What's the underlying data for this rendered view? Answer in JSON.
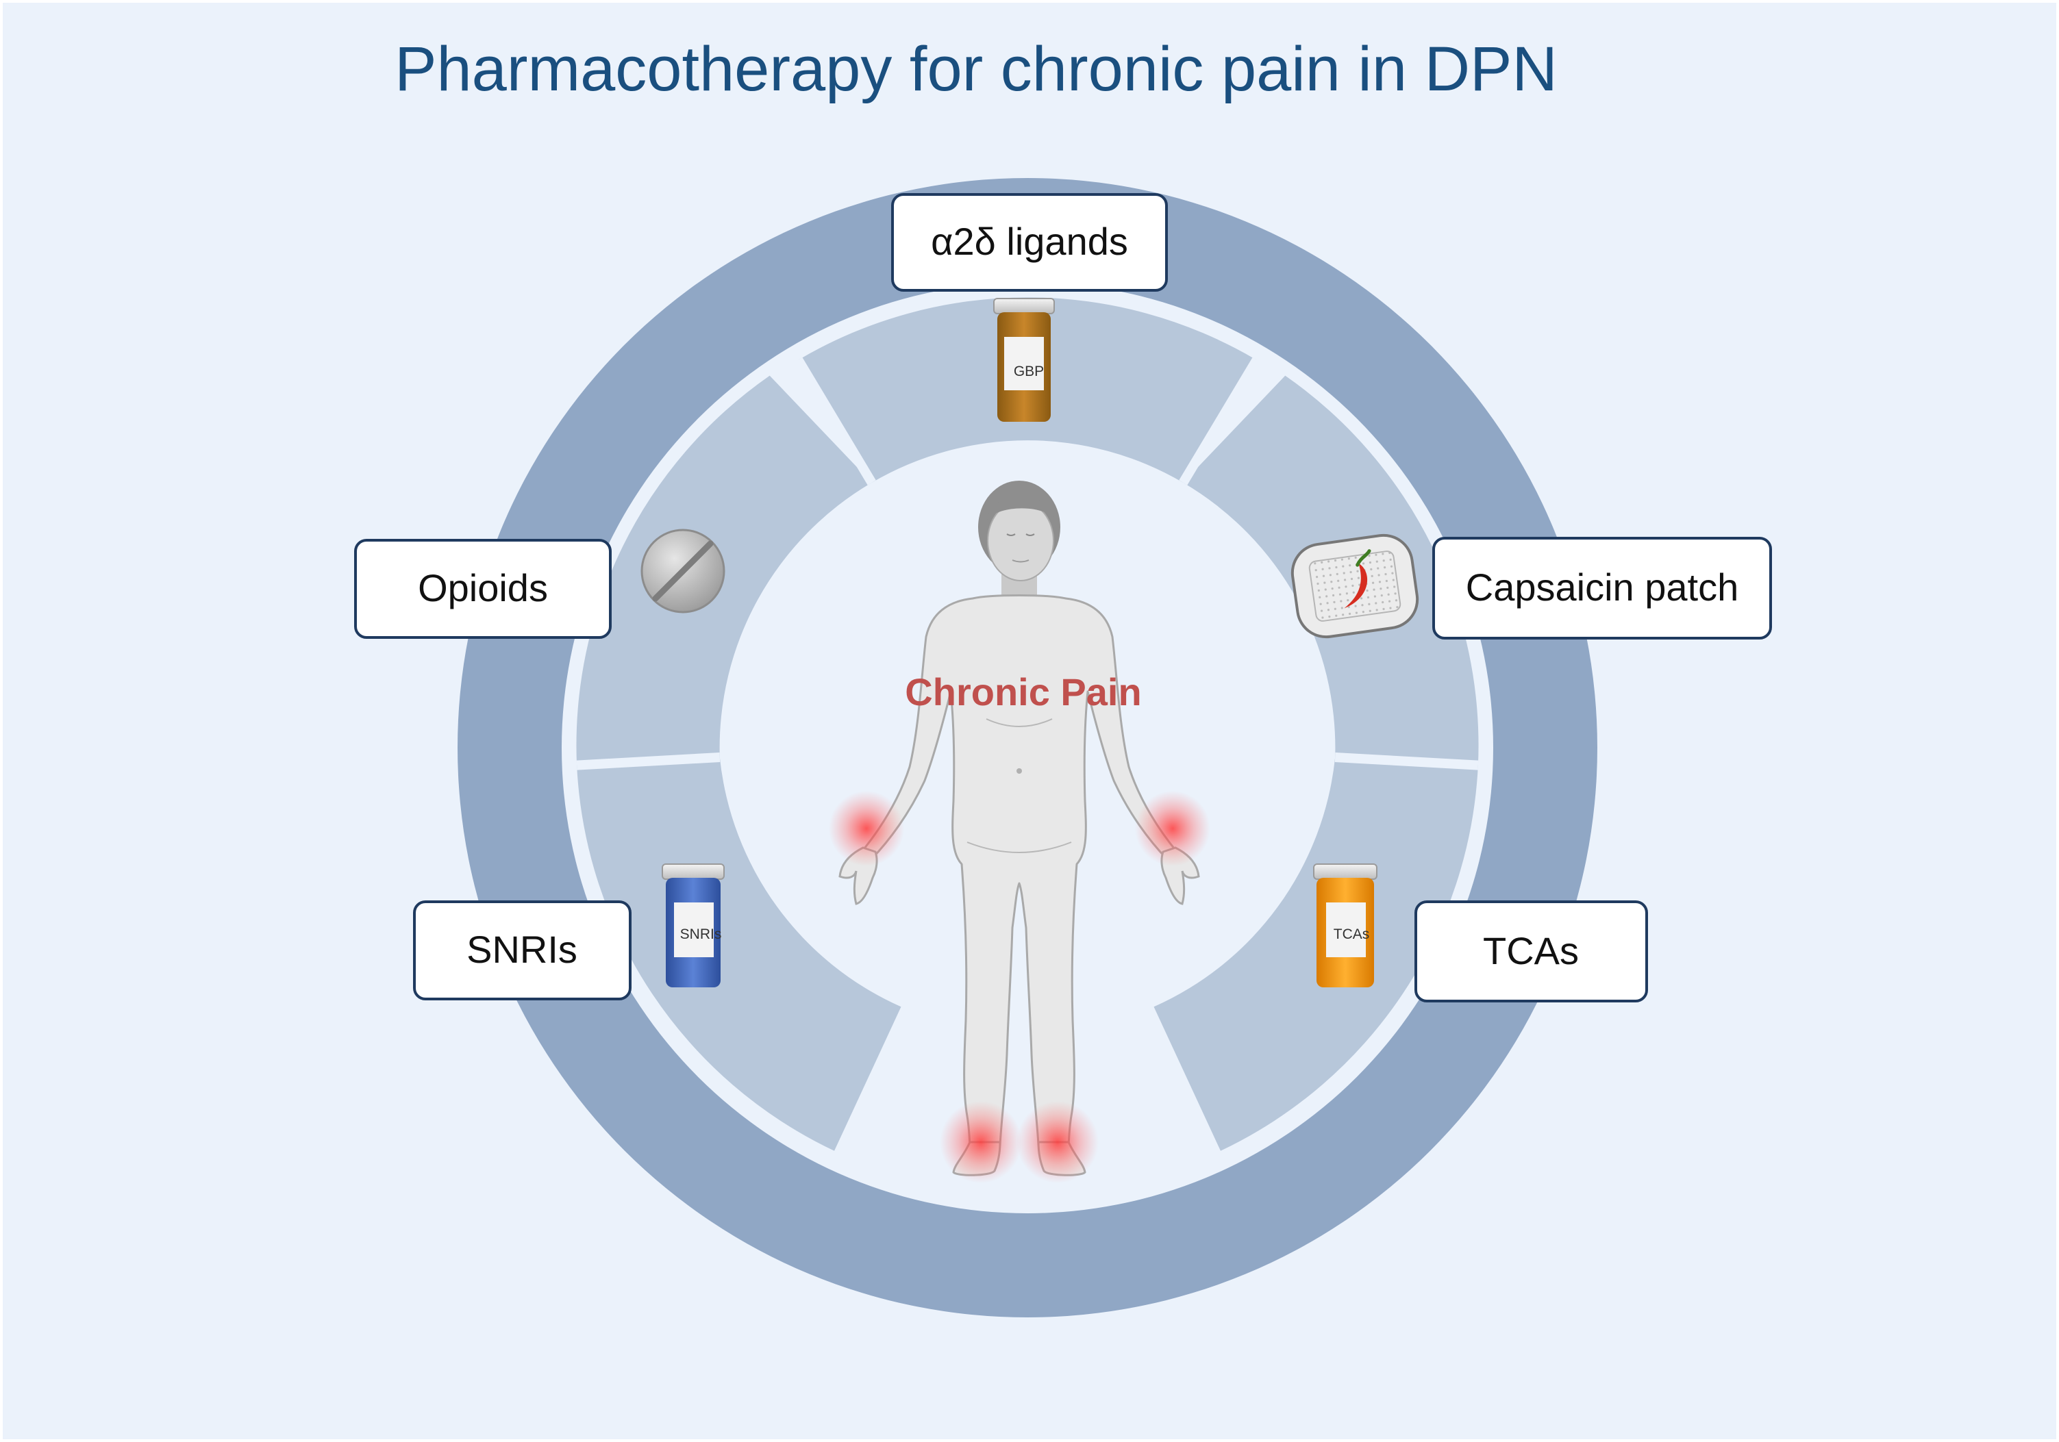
{
  "title": "Pharmacotherapy for chronic pain in DPN",
  "center_label": "Chronic Pain",
  "drug_classes": [
    {
      "label": "α2δ ligands",
      "icon": "pill-bottle-icon",
      "icon_text": "GBP"
    },
    {
      "label": "Capsaicin patch",
      "icon": "capsaicin-patch-icon"
    },
    {
      "label": "TCAs",
      "icon": "pill-bottle-icon",
      "icon_text": "TCAs"
    },
    {
      "label": "SNRIs",
      "icon": "pill-bottle-icon",
      "icon_text": "SNRIs"
    },
    {
      "label": "Opioids",
      "icon": "tablet-icon"
    }
  ],
  "colors": {
    "background": "#ebf2fb",
    "outer_ring": "#90a7c5",
    "segments": "#b7c7da",
    "title": "#1a4f7f",
    "center_label": "#c0504d",
    "box_border": "#1f3a5f",
    "pain_glow": "#ff3b3b"
  }
}
